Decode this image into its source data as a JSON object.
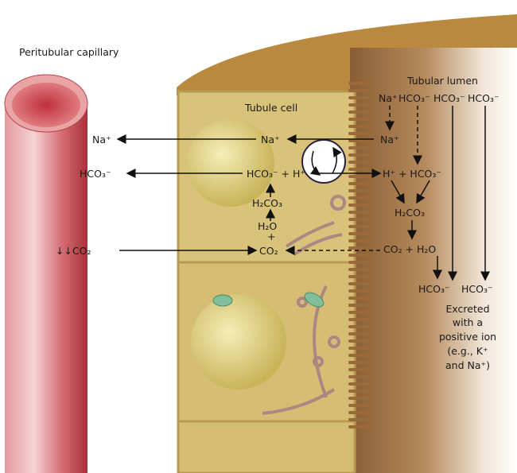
{
  "labels": {
    "capillary": "Peritubular capillary",
    "tubule_cell": "Tubule cell",
    "tubular_lumen": "Tubular lumen"
  },
  "lumen_top_ions": [
    "Na⁺",
    "HCO₃⁻",
    "HCO₃⁻",
    "HCO₃⁻"
  ],
  "capillary_side": {
    "na": "Na⁺",
    "hco3": "HCO₃⁻",
    "co2": "↓↓CO₂"
  },
  "cell_side": {
    "na": "Na⁺",
    "hco3_h": "HCO₃⁻ + H⁺",
    "h2co3": "H₂CO₃",
    "h2o": "H₂O",
    "plus": "+",
    "co2": "CO₂"
  },
  "lumen_side": {
    "na": "Na⁺",
    "h_hco3": "H⁺ + HCO₃⁻",
    "h2co3": "H₂CO₃",
    "co2_h2o": "CO₂ + H₂O",
    "excreted_hco3": [
      "HCO₃⁻",
      "HCO₃⁻"
    ]
  },
  "excreted_note": [
    "Excreted",
    "with a",
    "positive ion",
    "(e.g., K⁺",
    "and Na⁺)"
  ],
  "colors": {
    "capillary": "#c8454f",
    "cell": "#d9c27a",
    "lumen": "#a77a4a",
    "nucleus": "#e9dc9a"
  }
}
